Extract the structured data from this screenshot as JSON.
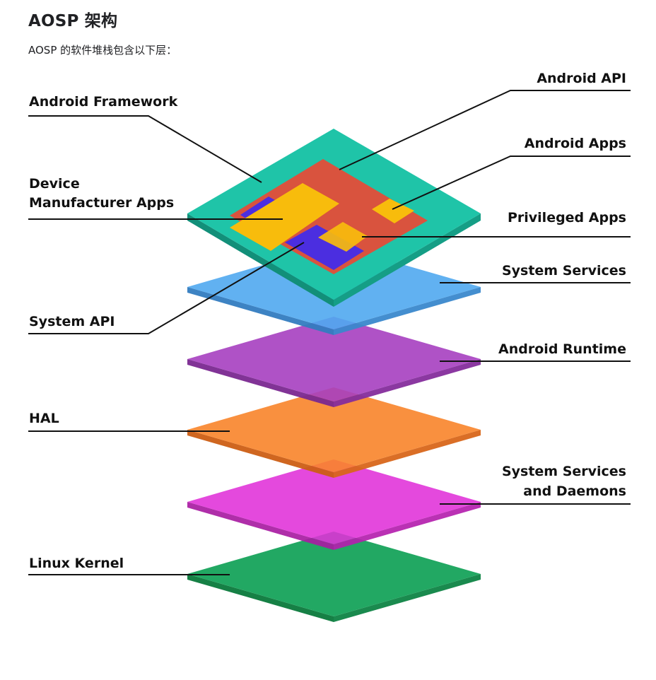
{
  "page": {
    "title": "AOSP 架构",
    "intro": "AOSP 的软件堆栈包含以下层："
  },
  "labels": {
    "android_framework": "Android Framework",
    "device_manufacturer_apps_line1": "Device",
    "device_manufacturer_apps_line2": "Manufacturer Apps",
    "system_api": "System API",
    "hal": "HAL",
    "linux_kernel": "Linux Kernel",
    "android_api": "Android API",
    "android_apps": "Android Apps",
    "privileged_apps": "Privileged Apps",
    "system_services": "System Services",
    "android_runtime": "Android Runtime",
    "system_services_and_daemons_line1": "System Services",
    "system_services_and_daemons_line2": "and Daemons"
  },
  "layer_colors": {
    "linux_kernel": "#22a863",
    "system_services_and_daemons": "#e030d8",
    "hal": "#f8842a",
    "android_runtime": "#a63fc0",
    "system_services": "#50a8f0",
    "android_framework": "#1fc4a8",
    "android_api": "#d9533e",
    "system_api": "#4b2ee0",
    "device_manufacturer_apps": "#f8bc0c",
    "android_apps": "#f8bc0c",
    "privileged_apps": "#f8bc0c"
  }
}
